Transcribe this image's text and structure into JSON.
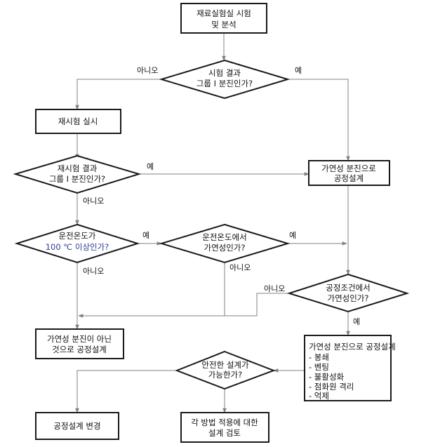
{
  "nodes": {
    "start": {
      "lines": [
        "재료실험실 시험",
        "및 분석"
      ]
    },
    "q_group1": {
      "lines": [
        "시험 결과",
        "그룹 I 분진인가?"
      ]
    },
    "retest": {
      "lines": [
        "재시험 실시"
      ]
    },
    "q_retest": {
      "lines": [
        "재시험 결과",
        "그룹 I 분진인가?"
      ]
    },
    "design_comb": {
      "lines": [
        "가연성 분진으로",
        "공정설계"
      ]
    },
    "q_temp": {
      "lines": [
        "운전온도가",
        "100 ℃ 이상인가?"
      ]
    },
    "q_flammable": {
      "lines": [
        "운전온도에서",
        "가연성인가?"
      ]
    },
    "q_process": {
      "lines": [
        "공정조건에서",
        "가연성인가?"
      ]
    },
    "design_noncomb": {
      "lines": [
        "가연성 분진이 아닌",
        "것으로 공정설계"
      ]
    },
    "measures": {
      "title": "가연성 분진으로 공정설계",
      "items": [
        "- 봉쇄",
        "- 벤팅",
        "- 불활성화",
        "- 점화원 격리",
        "- 억제"
      ]
    },
    "q_safe": {
      "lines": [
        "안전한 설계가",
        "가능한가?"
      ]
    },
    "change": {
      "lines": [
        "공정설계 변경"
      ]
    },
    "review": {
      "lines": [
        "각 방법 적용에 대한",
        "설계 검토"
      ]
    }
  },
  "edge_labels": {
    "q_group1_no": "아니오",
    "q_group1_yes": "예",
    "q_retest_yes": "예",
    "q_retest_no": "아니오",
    "q_temp_yes": "예",
    "q_temp_no": "아니오",
    "q_flammable_yes": "예",
    "q_flammable_no": "아니오",
    "q_process_no": "아니오",
    "q_process_yes": "예"
  },
  "colors": {
    "stroke": "#1a1a1a",
    "connector": "#808080",
    "highlight_text": "#2a3f8f"
  }
}
